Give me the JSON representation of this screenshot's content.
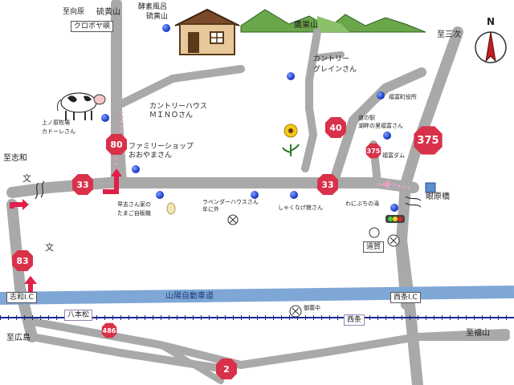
{
  "place_labels": [
    {
      "id": "shikoyu",
      "text": "至向原"
    },
    {
      "id": "ryuosan",
      "text": "硫黄山"
    },
    {
      "id": "kurobokyo",
      "text": "クロボヤ峡"
    },
    {
      "id": "kousei",
      "text": "酵素風呂"
    },
    {
      "id": "kousei2",
      "text": "硫黄山"
    },
    {
      "id": "takasu",
      "text": "鷹巣山"
    },
    {
      "id": "san_ji",
      "text": "至三次"
    },
    {
      "id": "country_grain",
      "text": "カントリー\nグレインさん"
    },
    {
      "id": "fukutomi_office",
      "text": "福富町役所"
    },
    {
      "id": "michi_eki",
      "text": "道の駅\n湖畔の里福富さん"
    },
    {
      "id": "fukutomi_dam",
      "text": "福富ダム"
    },
    {
      "id": "uenohara",
      "text": "上ノ原牧場\nカドーレさん"
    },
    {
      "id": "mino",
      "text": "カントリーハウス\nＭＩＮＯさん"
    },
    {
      "id": "family",
      "text": "ファミリーショップ\nおおやまさん"
    },
    {
      "id": "shiwa_to",
      "text": "至志和"
    },
    {
      "id": "hayashi",
      "text": "早志さん家の\nたまご自販機"
    },
    {
      "id": "lavender",
      "text": "ラベンダーハウスさん\n牟に外"
    },
    {
      "id": "shakunage",
      "text": "しゃくなげ館さん"
    },
    {
      "id": "wanibuchi",
      "text": "わにぶちの滝"
    },
    {
      "id": "mekarabashi",
      "text": "眼原橋"
    },
    {
      "id": "doke",
      "text": "道賀"
    },
    {
      "id": "mitsu_chu",
      "text": "御薗中"
    },
    {
      "id": "sanyo",
      "text": "山陽自動車道"
    },
    {
      "id": "shiwa_ic",
      "text": "志和I.C"
    },
    {
      "id": "saijo_ic",
      "text": "西条I.C"
    },
    {
      "id": "hachihonmatsu",
      "text": "八本松"
    },
    {
      "id": "saijo",
      "text": "西条"
    },
    {
      "id": "to_hiroshima",
      "text": "至広島"
    },
    {
      "id": "to_fukuyama",
      "text": "至福山"
    }
  ],
  "route_markers": [
    {
      "id": "r80",
      "number": "80",
      "color": "#d9314a"
    },
    {
      "id": "r33a",
      "number": "33",
      "color": "#d9314a"
    },
    {
      "id": "r33b",
      "number": "33",
      "color": "#d9314a"
    },
    {
      "id": "r40",
      "number": "40",
      "color": "#d9314a"
    },
    {
      "id": "r375a",
      "number": "375",
      "color": "#d9314a"
    },
    {
      "id": "r375b",
      "number": "375",
      "color": "#d9314a"
    },
    {
      "id": "r83",
      "number": "83",
      "color": "#d9314a"
    },
    {
      "id": "r486",
      "number": "486",
      "color": "#d9314a"
    },
    {
      "id": "r2",
      "number": "2",
      "color": "#d9314a"
    }
  ],
  "compass": {
    "letter": "N",
    "icon": "north-arrow-icon"
  },
  "colors": {
    "road": "#a9a9a9",
    "highway": "#7fa7d6",
    "railway": "#1b2a8c",
    "route": "#d9314a",
    "marker": "#1f3fc8",
    "arrow": "#e0204a"
  }
}
